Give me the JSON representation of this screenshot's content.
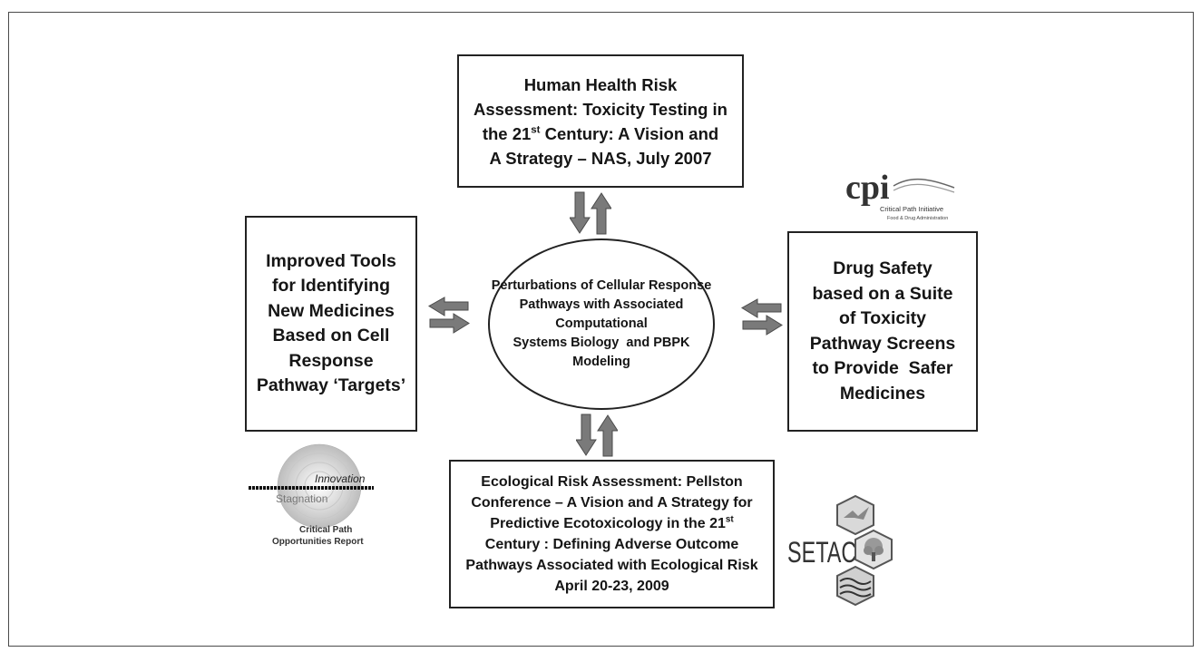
{
  "boxes": {
    "top": {
      "lines": [
        {
          "text": "Human Health Risk"
        },
        {
          "text": "Assessment: Toxicity Testing in"
        },
        {
          "pre": "the 21",
          "sup": "st",
          "post": " Century: A Vision and"
        },
        {
          "text": "A Strategy – NAS, July 2007"
        }
      ]
    },
    "left": {
      "lines": [
        "Improved Tools",
        "for Identifying",
        "New Medicines",
        "Based on Cell",
        "Response",
        "Pathway ‘Targets’"
      ]
    },
    "center": {
      "lines": [
        "Perturbations of Cellular",
        "Response Pathways with",
        "Associated Computational",
        "Systems Biology  and PBPK",
        "Modeling"
      ]
    },
    "right": {
      "lines": [
        "Drug Safety",
        "based on a Suite",
        "of Toxicity",
        "Pathway Screens",
        "to Provide  Safer",
        "Medicines"
      ]
    },
    "bottom": {
      "lines": [
        {
          "text": "Ecological Risk Assessment: Pellston"
        },
        {
          "text": "Conference – A Vision and A Strategy for"
        },
        {
          "pre": "Predictive Ecotoxicology in the 21",
          "sup": "st",
          "post": ""
        },
        {
          "text": "Century : Defining Adverse Outcome"
        },
        {
          "text": "Pathways Associated with Ecological Risk"
        },
        {
          "text": "April 20-23, 2009"
        }
      ]
    }
  },
  "logos": {
    "cpi": {
      "mark": "cpi",
      "subtitle": "Critical Path Initiative",
      "agency": "Food & Drug Administration"
    },
    "critical_path_report": {
      "word_top": "Innovation",
      "word_bottom": "Stagnation",
      "caption_line1": "Critical Path",
      "caption_line2": "Opportunities Report"
    },
    "setac": {
      "label": "SETAC"
    }
  },
  "colors": {
    "arrow_fill": "#7a7a7a",
    "arrow_stroke": "#4a4a4a",
    "border": "#222222"
  },
  "icons": {
    "vertical_arrows": "down-up-arrows-icon",
    "horizontal_arrows": "left-right-arrows-icon"
  }
}
